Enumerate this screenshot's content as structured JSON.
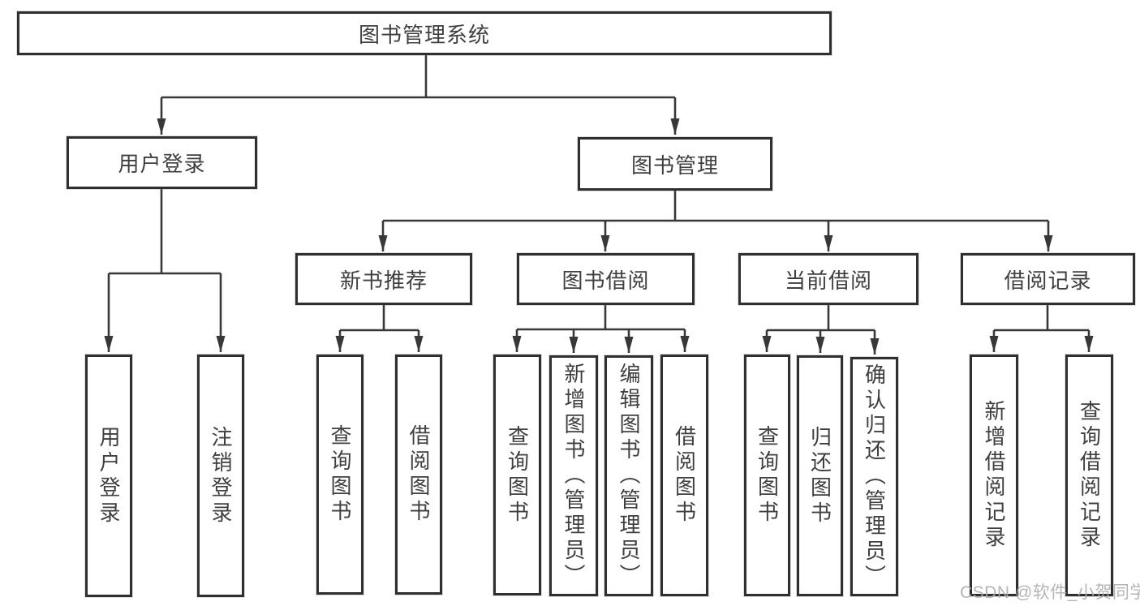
{
  "tree": {
    "root": {
      "label": "图书管理系统",
      "children": [
        {
          "label": "用户登录",
          "children": [
            {
              "label": "用户登录"
            },
            {
              "label": "注销登录"
            }
          ]
        },
        {
          "label": "图书管理",
          "children": [
            {
              "label": "新书推荐",
              "children": [
                {
                  "label": "查询图书"
                },
                {
                  "label": "借阅图书"
                }
              ]
            },
            {
              "label": "图书借阅",
              "children": [
                {
                  "label": "查询图书"
                },
                {
                  "label": "新增图书（管理员）"
                },
                {
                  "label": "编辑图书（管理员）"
                },
                {
                  "label": "借阅图书"
                }
              ]
            },
            {
              "label": "当前借阅",
              "children": [
                {
                  "label": "查询图书"
                },
                {
                  "label": "归还图书"
                },
                {
                  "label": "确认归还（管理员）"
                }
              ]
            },
            {
              "label": "借阅记录",
              "children": [
                {
                  "label": "新增借阅记录"
                },
                {
                  "label": "查询借阅记录"
                }
              ]
            }
          ]
        }
      ]
    }
  },
  "watermark": "CSDN @软件_小贺同学",
  "colors": {
    "line": "#383838",
    "box_border": "#2f2f2f",
    "box_fill": "#ffffff",
    "text": "#3f3f3f",
    "watermark": "#adadad"
  }
}
